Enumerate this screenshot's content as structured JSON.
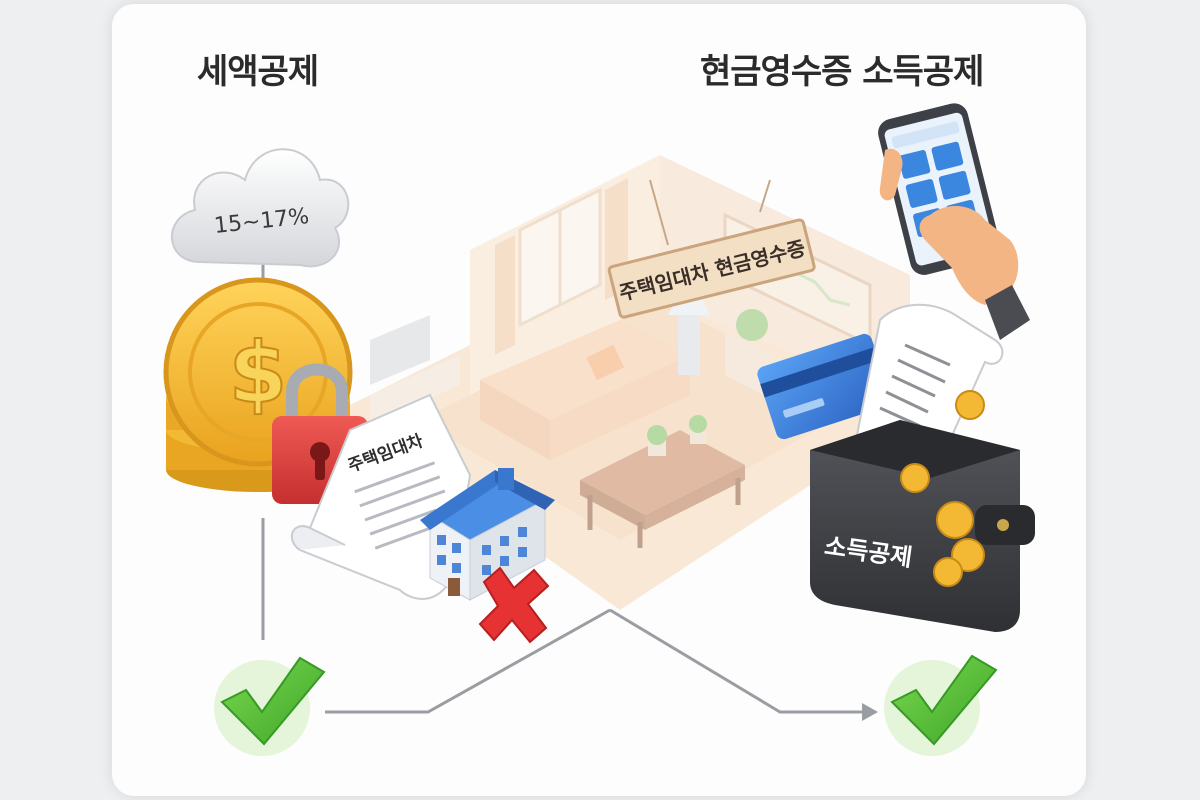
{
  "titles": {
    "left": "세액공제",
    "right": "현금영수증 소득공제"
  },
  "cloud": {
    "rate_text": "15~17%"
  },
  "contract": {
    "title": "주택임대차"
  },
  "sign": {
    "text": "주택임대차 현금영수증"
  },
  "wallet": {
    "label": "소득공제"
  },
  "colors": {
    "coin": "#f2b632",
    "lock": "#d83a3a",
    "check": "#5cc23a",
    "cross": "#e63232",
    "card": "#3a78d8",
    "wallet": "#3d3f44",
    "room": "#f3c9a0"
  },
  "icons": [
    "cloud-icon",
    "coin-stack-icon",
    "padlock-icon",
    "document-icon",
    "house-icon",
    "cross-icon",
    "check-icon",
    "phone-icon",
    "credit-card-icon",
    "receipt-icon",
    "wallet-icon"
  ]
}
